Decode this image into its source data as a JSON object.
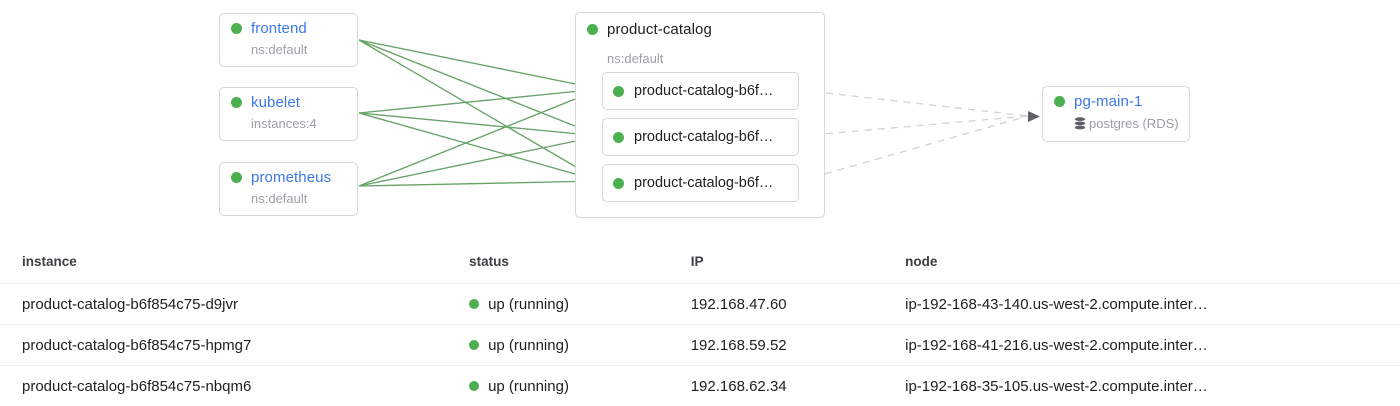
{
  "topology": {
    "left_nodes": [
      {
        "name": "frontend",
        "sub": "ns:default",
        "status": "up"
      },
      {
        "name": "kubelet",
        "sub": "instances:4",
        "status": "up"
      },
      {
        "name": "prometheus",
        "sub": "ns:default",
        "status": "up"
      }
    ],
    "group": {
      "name": "product-catalog",
      "sub": "ns:default",
      "status": "up",
      "instances": [
        {
          "label": "product-catalog-b6f…",
          "status": "up"
        },
        {
          "label": "product-catalog-b6f…",
          "status": "up"
        },
        {
          "label": "product-catalog-b6f…",
          "status": "up"
        }
      ]
    },
    "database": {
      "name": "pg-main-1",
      "sub": "postgres (RDS)",
      "icon": "database-icon",
      "status": "up"
    },
    "colors": {
      "status_up": "#4caf50",
      "node_link": "#3b78e7",
      "edge_green": "#5a9c5a",
      "edge_dashed": "#d0d0d0",
      "box_border": "#d6d6d6"
    }
  },
  "table": {
    "columns": [
      "instance",
      "status",
      "IP",
      "node"
    ],
    "rows": [
      {
        "instance": "product-catalog-b6f854c75-d9jvr",
        "status": "up (running)",
        "status_state": "up",
        "ip": "192.168.47.60",
        "node": "ip-192-168-43-140.us-west-2.compute.inter…"
      },
      {
        "instance": "product-catalog-b6f854c75-hpmg7",
        "status": "up (running)",
        "status_state": "up",
        "ip": "192.168.59.52",
        "node": "ip-192-168-41-216.us-west-2.compute.inter…"
      },
      {
        "instance": "product-catalog-b6f854c75-nbqm6",
        "status": "up (running)",
        "status_state": "up",
        "ip": "192.168.62.34",
        "node": "ip-192-168-35-105.us-west-2.compute.inter…"
      }
    ]
  }
}
